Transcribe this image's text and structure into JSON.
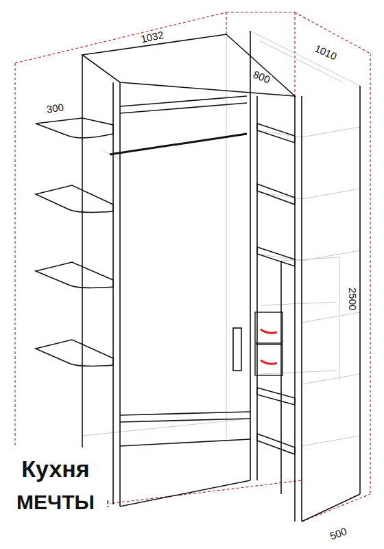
{
  "diagram": {
    "nodes": [
      {
        "text": [
          "Кухня",
          "МЕЧТЫ"
        ]
      }
    ],
    "labels": [
      "1032",
      "800",
      "1010",
      "300",
      "2500",
      "500",
      "2"
    ]
  }
}
